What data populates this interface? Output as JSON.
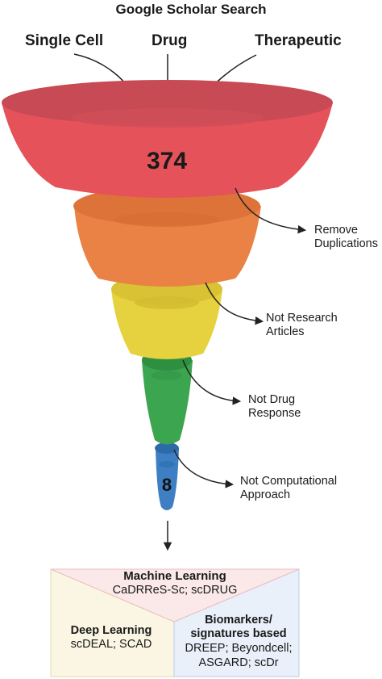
{
  "title": "Google Scholar Search",
  "keywords": [
    "Single Cell",
    "Drug",
    "Therapeutic"
  ],
  "counts": {
    "top": "374",
    "bottom": "8"
  },
  "filters": [
    {
      "line1": "Remove",
      "line2": "Duplications"
    },
    {
      "line1": "Not Research",
      "line2": "Articles"
    },
    {
      "line1": "Not Drug",
      "line2": "Response"
    },
    {
      "line1": "Not Computational",
      "line2": "Approach"
    }
  ],
  "categories": {
    "ml": {
      "title": "Machine Learning",
      "tools": "CaDRReS-Sc; scDRUG"
    },
    "dl": {
      "title": "Deep Learning",
      "tools": "scDEAL; SCAD"
    },
    "bio": {
      "title_line1": "Biomarkers/",
      "title_line2": "signatures based",
      "tools_line1": "DREEP; Beyondcell;",
      "tools_line2": "ASGARD; scDr"
    }
  },
  "colors": {
    "red": "#e5525a",
    "orange": "#ea8145",
    "yellow": "#e6d13f",
    "green": "#3ca54f",
    "blue": "#3d7fc2",
    "ml_bg": "#fbe9ea",
    "dl_bg": "#faf6e3",
    "bio_bg": "#e9f0fa"
  }
}
